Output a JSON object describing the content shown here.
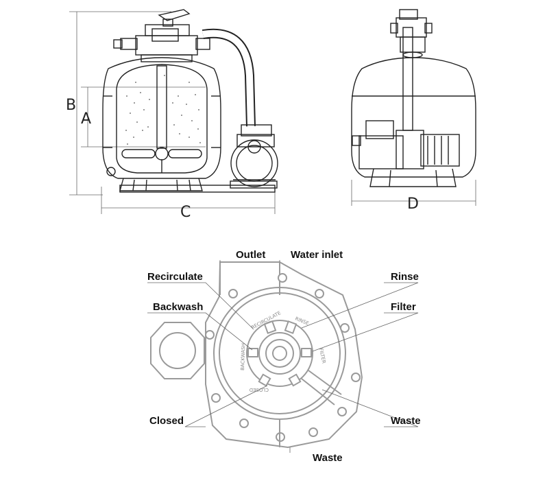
{
  "dimensions": {
    "a": "A",
    "b": "B",
    "c": "C",
    "d": "D"
  },
  "valve_labels": {
    "outlet": "Outlet",
    "water_inlet": "Water inlet",
    "recirculate": "Recirculate",
    "rinse": "Rinse",
    "backwash": "Backwash",
    "filter": "Filter",
    "closed": "Closed",
    "waste_right": "Waste",
    "waste_bottom": "Waste"
  },
  "dial_labels": {
    "recirculate": "RECIRCULATE",
    "rinse": "RINSE",
    "backwash": "BACKWASH",
    "filter": "FILTER",
    "closed": "CLOSED"
  },
  "colors": {
    "line": "#222222",
    "grey_outline": "#9a9a9a",
    "text": "#111111"
  }
}
